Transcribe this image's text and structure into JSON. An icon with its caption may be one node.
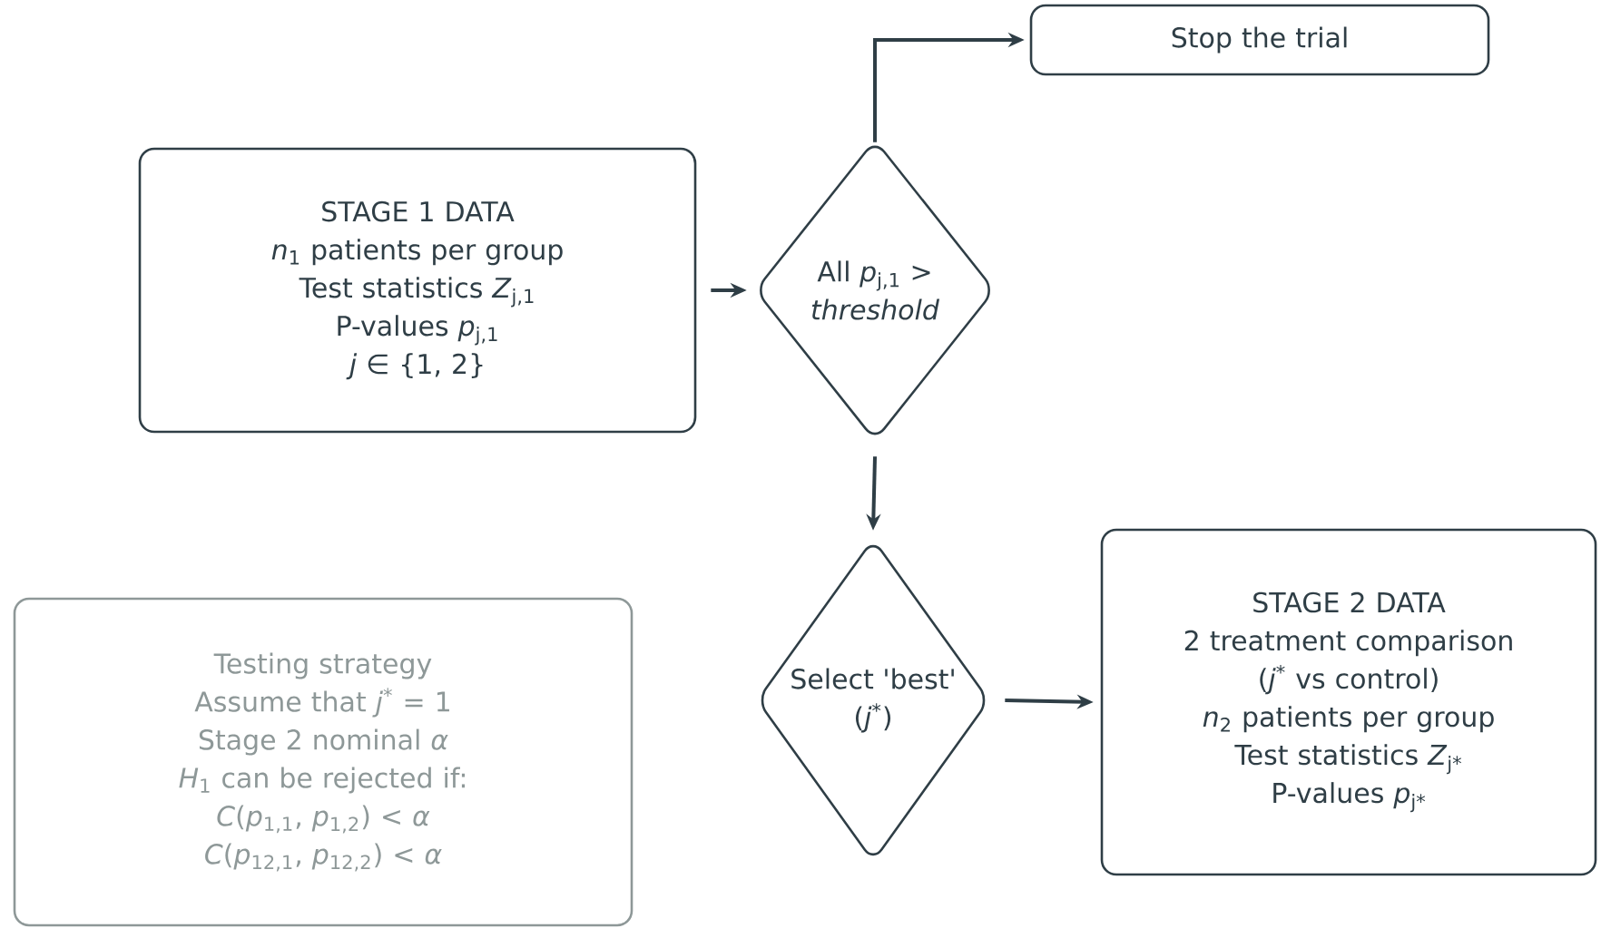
{
  "diagram": {
    "nodes": [
      {
        "text": [
          "STAGE 1 DATA",
          "*n*$_{1}$ patients per group",
          "Test statistics *Z*$_{j,1}$",
          "P-values *p*$_{j,1}$",
          "*j*  ∈  {1, 2}"
        ]
      },
      {
        "text": [
          "All *p*$_{j,1}$ > *threshold*"
        ]
      },
      {
        "text": [
          "Stop the trial"
        ]
      },
      {
        "text": [
          "Select 'best' (*j*$^{*}$)"
        ]
      },
      {
        "text": [
          "STAGE 2 DATA",
          "2 treatment comparison",
          "(*j*$^{*}$ vs control)",
          "*n*$_{2}$ patients per group",
          "Test statistics *Z*$_{j*}$",
          "P-values *p*$_{j*}$"
        ]
      },
      {
        "text": [
          "Testing strategy",
          "Assume that *j*$^{*}$  =  1",
          "Stage 2 nominal *α*",
          "*H*$_{1}$ can be rejected if:",
          "*C*(*p*$_{1,1}$, *p*$_{1,2}$)  <  *α*",
          "*C*(*p*$_{12,1}$, *p*$_{12,2}$)  <  *α*"
        ]
      }
    ],
    "edges": [
      {
        "from": 0,
        "to": 1,
        "arrow": "to"
      },
      {
        "from": 1,
        "to": 2,
        "arrow": "to"
      },
      {
        "from": 1,
        "to": 3,
        "arrow": "to"
      },
      {
        "from": 3,
        "to": 4,
        "arrow": "to"
      }
    ]
  }
}
